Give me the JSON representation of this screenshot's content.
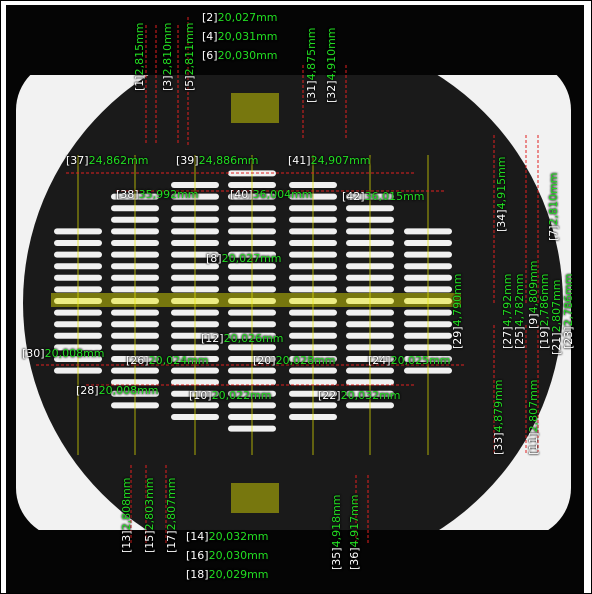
{
  "colors": {
    "background": "#050505",
    "wafer": "#1a1a1a",
    "bright_region": "#f2f2f2",
    "slot": "#f0f0f0",
    "index_text": "#ffffff",
    "value_text": "#22dd22",
    "guide_red": "#e02020",
    "guide_yellow": "#e8e800"
  },
  "slot_columns": [
    {
      "id": "col1",
      "slot_count": 13
    },
    {
      "id": "col2",
      "slot_count": 19
    },
    {
      "id": "col3",
      "slot_count": 21
    },
    {
      "id": "col4",
      "slot_count": 23
    },
    {
      "id": "col5",
      "slot_count": 21
    },
    {
      "id": "col6",
      "slot_count": 19
    },
    {
      "id": "col7",
      "slot_count": 13
    }
  ],
  "measurements": [
    {
      "index": "[1]",
      "value": "2,815mm"
    },
    {
      "index": "[2]",
      "value": "20,027mm"
    },
    {
      "index": "[3]",
      "value": "2,810mm"
    },
    {
      "index": "[4]",
      "value": "20,031mm"
    },
    {
      "index": "[5]",
      "value": "2,811mm"
    },
    {
      "index": "[6]",
      "value": "20,030mm"
    },
    {
      "index": "[7]",
      "value": "2,810mm"
    },
    {
      "index": "[8]",
      "value": "20,027mm"
    },
    {
      "index": "[9]",
      "value": "4,809mm"
    },
    {
      "index": "[10]",
      "value": "20,022mm"
    },
    {
      "index": "[11]",
      "value": "2,807mm"
    },
    {
      "index": "[12]",
      "value": "20,026mm"
    },
    {
      "index": "[13]",
      "value": "2,808mm"
    },
    {
      "index": "[14]",
      "value": "20,032mm"
    },
    {
      "index": "[15]",
      "value": "2,803mm"
    },
    {
      "index": "[16]",
      "value": "20,030mm"
    },
    {
      "index": "[17]",
      "value": "2,807mm"
    },
    {
      "index": "[18]",
      "value": "20,029mm"
    },
    {
      "index": "[19]",
      "value": "2,786mm"
    },
    {
      "index": "[20]",
      "value": "20,028mm"
    },
    {
      "index": "[21]",
      "value": "2,807mm"
    },
    {
      "index": "[22]",
      "value": "20,032mm"
    },
    {
      "index": "[23]",
      "value": "2,786mm"
    },
    {
      "index": "[24]",
      "value": "20,025mm"
    },
    {
      "index": "[25]",
      "value": "4,782mm"
    },
    {
      "index": "[26]",
      "value": "20,024mm"
    },
    {
      "index": "[27]",
      "value": "4,792mm"
    },
    {
      "index": "[28]",
      "value": "20,008mm"
    },
    {
      "index": "[29]",
      "value": "4,790mm"
    },
    {
      "index": "[30]",
      "value": "20,008mm"
    },
    {
      "index": "[31]",
      "value": "4,875mm"
    },
    {
      "index": "[32]",
      "value": "4,910mm"
    },
    {
      "index": "[33]",
      "value": "4,879mm"
    },
    {
      "index": "[34]",
      "value": "4,915mm"
    },
    {
      "index": "[35]",
      "value": "4,918mm"
    },
    {
      "index": "[36]",
      "value": "4,917mm"
    },
    {
      "index": "[37]",
      "value": "24,862mm"
    },
    {
      "index": "[38]",
      "value": "35,992mm"
    },
    {
      "index": "[39]",
      "value": "24,886mm"
    },
    {
      "index": "[40]",
      "value": "36,004mm"
    },
    {
      "index": "[41]",
      "value": "24,907mm"
    },
    {
      "index": "[42]",
      "value": "36,015mm"
    }
  ]
}
